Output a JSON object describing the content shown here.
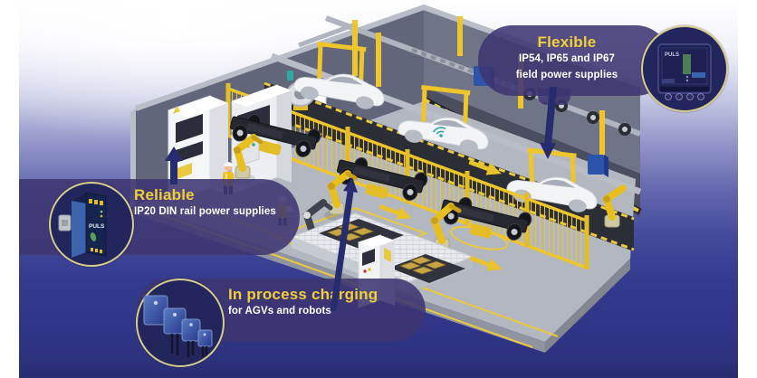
{
  "brand": "PULS",
  "callouts": {
    "flexible": {
      "title": "Flexible",
      "line1": "IP54, IP65 and IP67",
      "line2": "field power supplies"
    },
    "reliable": {
      "title": "Reliable",
      "line1": "IP20 DIN rail power supplies"
    },
    "charging": {
      "title": "In process charging",
      "line1": "for AGVs and robots"
    }
  },
  "colors": {
    "title_yellow": "#f2cf3a",
    "text_white": "#ffffff",
    "bubble_purple": "#3e3672",
    "badge_ring": "#d6cd8e",
    "badge_navy": "#23265c",
    "arrow_navy": "#272c6f",
    "background_bottom": "#2c3180",
    "machine_yellow": "#eec52a",
    "floor_gray": "#b3b7c0",
    "wall_gray": "#6f7486",
    "conveyor_dark": "#2c2e36",
    "junction_blue": "#2c54ab",
    "battery_gold": "#c8a544",
    "wifi_teal": "#2fa9a4"
  }
}
